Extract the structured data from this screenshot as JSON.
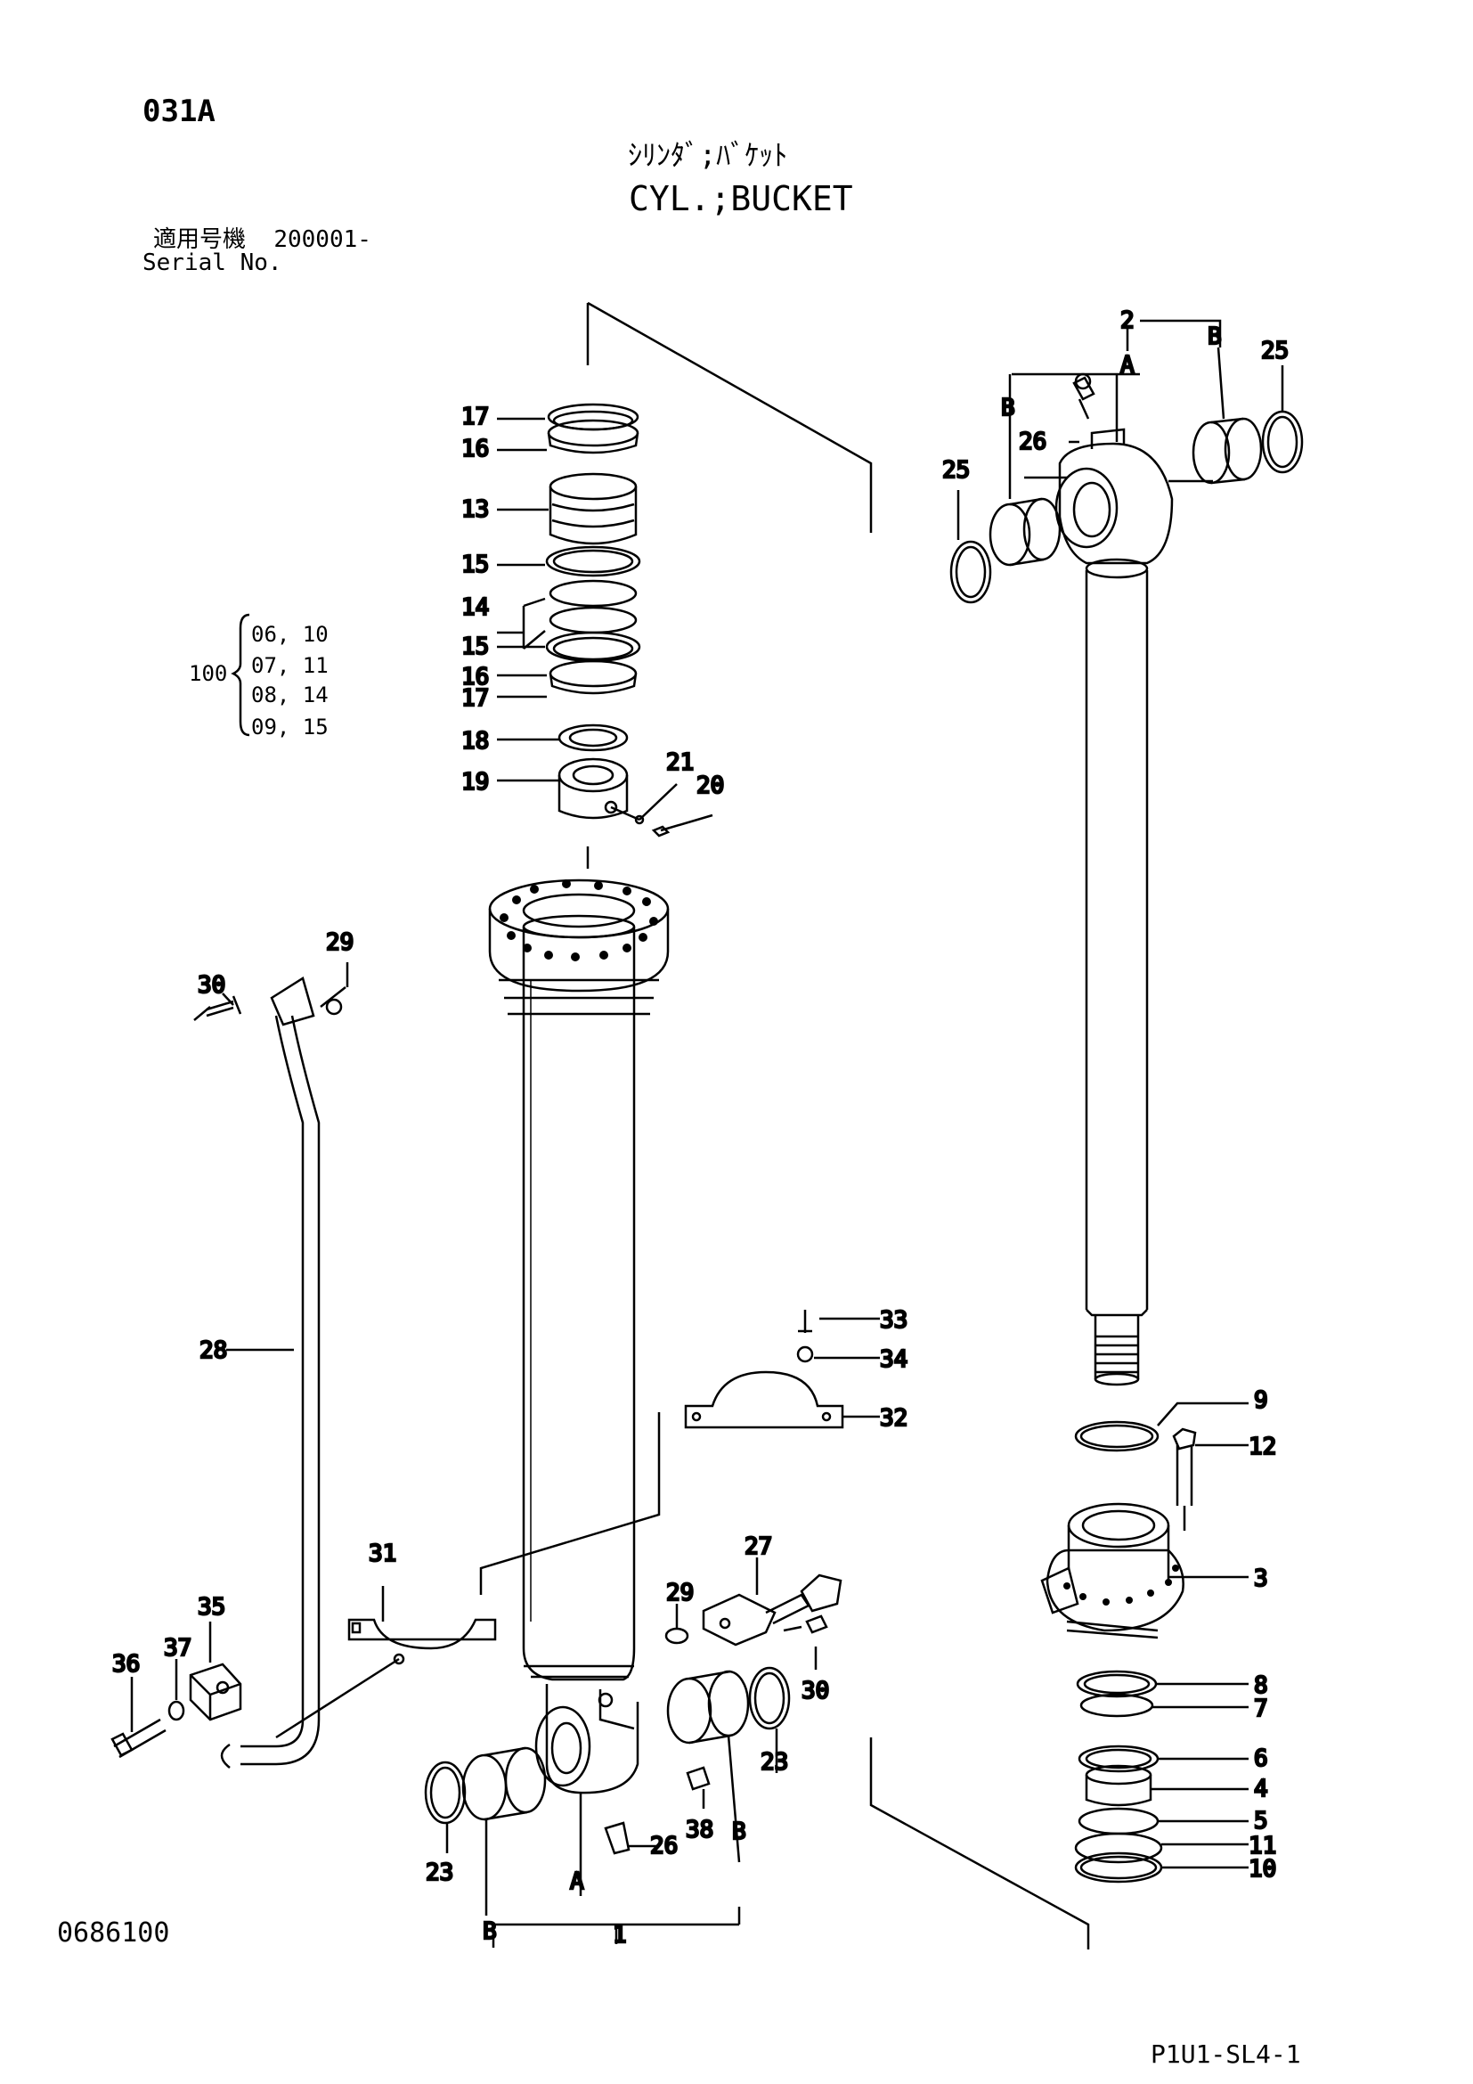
{
  "header": {
    "page_code": "031A",
    "title_jp": "ｼﾘﾝﾀﾞ;ﾊﾞｹｯﾄ",
    "title_en": "CYL.;BUCKET",
    "serial_label_jp": "適用号機",
    "serial_value": "200001-",
    "serial_label_en": "Serial No."
  },
  "seal_group": {
    "number": "100",
    "members": [
      "06, 10",
      "07, 11",
      "08, 14",
      "09, 15"
    ]
  },
  "callouts": [
    {
      "id": "c17a",
      "label": "17"
    },
    {
      "id": "c16a",
      "label": "16"
    },
    {
      "id": "c13",
      "label": "13"
    },
    {
      "id": "c15a",
      "label": "15"
    },
    {
      "id": "c14",
      "label": "14"
    },
    {
      "id": "c15b",
      "label": "15"
    },
    {
      "id": "c16b",
      "label": "16"
    },
    {
      "id": "c17b",
      "label": "17"
    },
    {
      "id": "c18",
      "label": "18"
    },
    {
      "id": "c19",
      "label": "19"
    },
    {
      "id": "c21",
      "label": "21"
    },
    {
      "id": "c20",
      "label": "20"
    },
    {
      "id": "c29a",
      "label": "29"
    },
    {
      "id": "c30a",
      "label": "30"
    },
    {
      "id": "c28",
      "label": "28"
    },
    {
      "id": "c33",
      "label": "33"
    },
    {
      "id": "c34",
      "label": "34"
    },
    {
      "id": "c32",
      "label": "32"
    },
    {
      "id": "c31",
      "label": "31"
    },
    {
      "id": "c27",
      "label": "27"
    },
    {
      "id": "c29b",
      "label": "29"
    },
    {
      "id": "c30b",
      "label": "30"
    },
    {
      "id": "c35",
      "label": "35"
    },
    {
      "id": "c37",
      "label": "37"
    },
    {
      "id": "c36",
      "label": "36"
    },
    {
      "id": "c23a",
      "label": "23"
    },
    {
      "id": "c23b",
      "label": "23"
    },
    {
      "id": "c38",
      "label": "38"
    },
    {
      "id": "c26b",
      "label": "26"
    },
    {
      "id": "c1",
      "label": "1"
    },
    {
      "id": "cAb",
      "label": "A"
    },
    {
      "id": "cBbl",
      "label": "B"
    },
    {
      "id": "cBbr",
      "label": "B"
    },
    {
      "id": "c2",
      "label": "2"
    },
    {
      "id": "cAt",
      "label": "A"
    },
    {
      "id": "cBtl",
      "label": "B"
    },
    {
      "id": "cBtr",
      "label": "B"
    },
    {
      "id": "c25a",
      "label": "25"
    },
    {
      "id": "c25b",
      "label": "25"
    },
    {
      "id": "c26a",
      "label": "26"
    },
    {
      "id": "c9",
      "label": "9"
    },
    {
      "id": "c12",
      "label": "12"
    },
    {
      "id": "c3",
      "label": "3"
    },
    {
      "id": "c8",
      "label": "8"
    },
    {
      "id": "c7",
      "label": "7"
    },
    {
      "id": "c6",
      "label": "6"
    },
    {
      "id": "c4",
      "label": "4"
    },
    {
      "id": "c5",
      "label": "5"
    },
    {
      "id": "c11",
      "label": "11"
    },
    {
      "id": "c10",
      "label": "10"
    }
  ],
  "footer": {
    "drawing_no": "0686100",
    "sheet_id": "P1U1-SL4-1"
  }
}
